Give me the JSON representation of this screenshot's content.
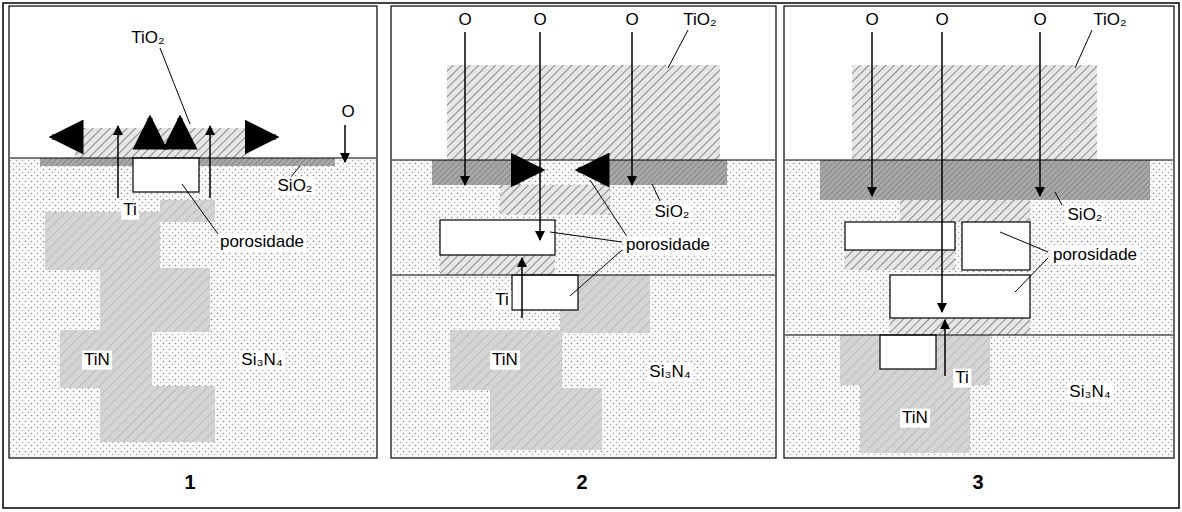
{
  "diagram": {
    "labels": [
      "TiO₂",
      "O",
      "Ti",
      "SiO₂",
      "porosidade",
      "TiN",
      "Si₃N₄",
      "1",
      "O",
      "O",
      "O",
      "TiO₂",
      "SiO₂",
      "porosidade",
      "Ti",
      "TiN",
      "Si₃N₄",
      "2",
      "O",
      "O",
      "O",
      "TiO₂",
      "SiO₂",
      "porosidade",
      "Ti",
      "Si₃N₄",
      "TiN",
      "3"
    ]
  }
}
